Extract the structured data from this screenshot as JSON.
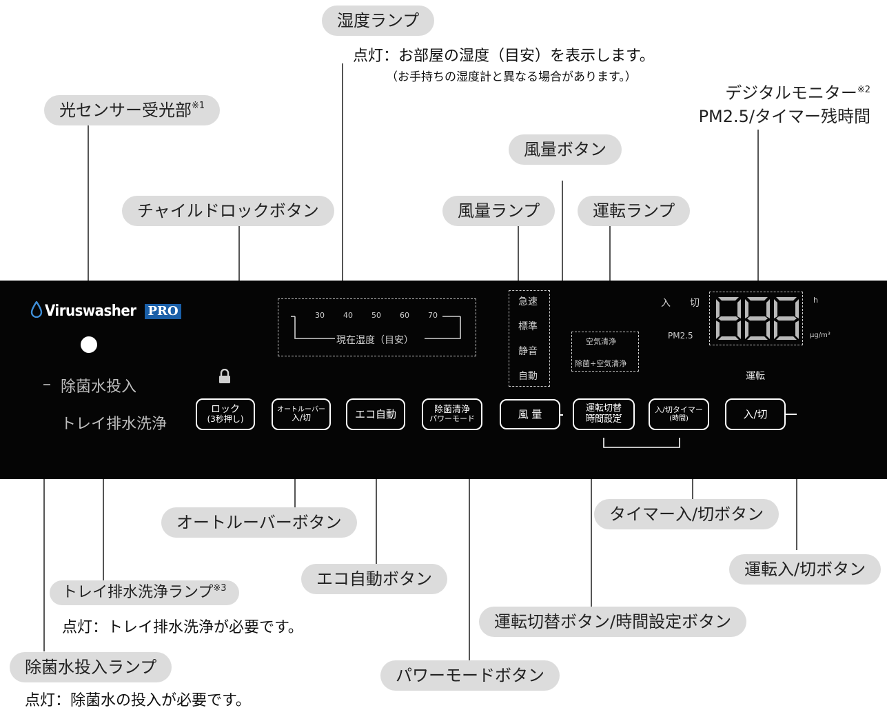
{
  "callouts": {
    "humidity_lamp": "湿度ランプ",
    "light_sensor": "光センサー受光部",
    "light_sensor_note": "※1",
    "digital_monitor_line1": "デジタルモニター",
    "digital_monitor_note": "※2",
    "digital_monitor_line2": "PM2.5/タイマー残時間",
    "fan_button": "風量ボタン",
    "child_lock_button": "チャイルドロックボタン",
    "fan_lamp": "風量ランプ",
    "operation_lamp": "運転ランプ",
    "auto_louver_button": "オートルーバーボタン",
    "timer_button": "タイマー入/切ボタン",
    "eco_button": "エコ自動ボタン",
    "power_button": "運転入/切ボタン",
    "tray_lamp": "トレイ排水洗浄ランプ",
    "tray_lamp_note": "※3",
    "mode_button": "運転切替ボタン/時間設定ボタン",
    "sanitize_lamp": "除菌水投入ランプ",
    "power_mode_button": "パワーモードボタン"
  },
  "descriptions": {
    "humidity_lit": "点灯：お部屋の湿度（目安）を表示します。",
    "humidity_note": "（お手持ちの湿度計と異なる場合があります。）",
    "tray_lit": "点灯：トレイ排水洗浄が必要です。",
    "sanitize_lit": "点灯：除菌水の投入が必要です。"
  },
  "panel": {
    "brand": "Viruswasher",
    "brand_badge": "PRO",
    "lamp_sanitize": "除菌水投入",
    "lamp_tray": "トレイ排水洗浄",
    "humidity_ticks": [
      "30",
      "40",
      "50",
      "60",
      "70"
    ],
    "humidity_label": "現在湿度（目安）",
    "fan_levels": [
      "急速",
      "標準",
      "静音",
      "自動"
    ],
    "mode_clean": "空気清浄",
    "mode_sanitize_clean": "除菌+空気清浄",
    "timer_on": "入",
    "timer_off": "切",
    "pm_label": "PM2.5",
    "unit_hour": "h",
    "unit_pm": "μg/m³",
    "operation_label": "運転",
    "digits": "888",
    "buttons": {
      "lock_line1": "ロック",
      "lock_line2": "(3秒押し)",
      "louver_line1": "オートルーバー",
      "louver_line2": "入/切",
      "eco": "エコ自動",
      "power_mode_line1": "除菌清浄",
      "power_mode_line2": "パワーモード",
      "fan": "風 量",
      "mode_line1": "運転切替",
      "mode_line2": "時間設定",
      "timer_line1": "入/切タイマー",
      "timer_line2": "(時間)",
      "power": "入/切"
    }
  },
  "colors": {
    "panel": "#050505",
    "callout_bg": "#dcdcdc",
    "brand_blue": "#1a5fa8"
  }
}
